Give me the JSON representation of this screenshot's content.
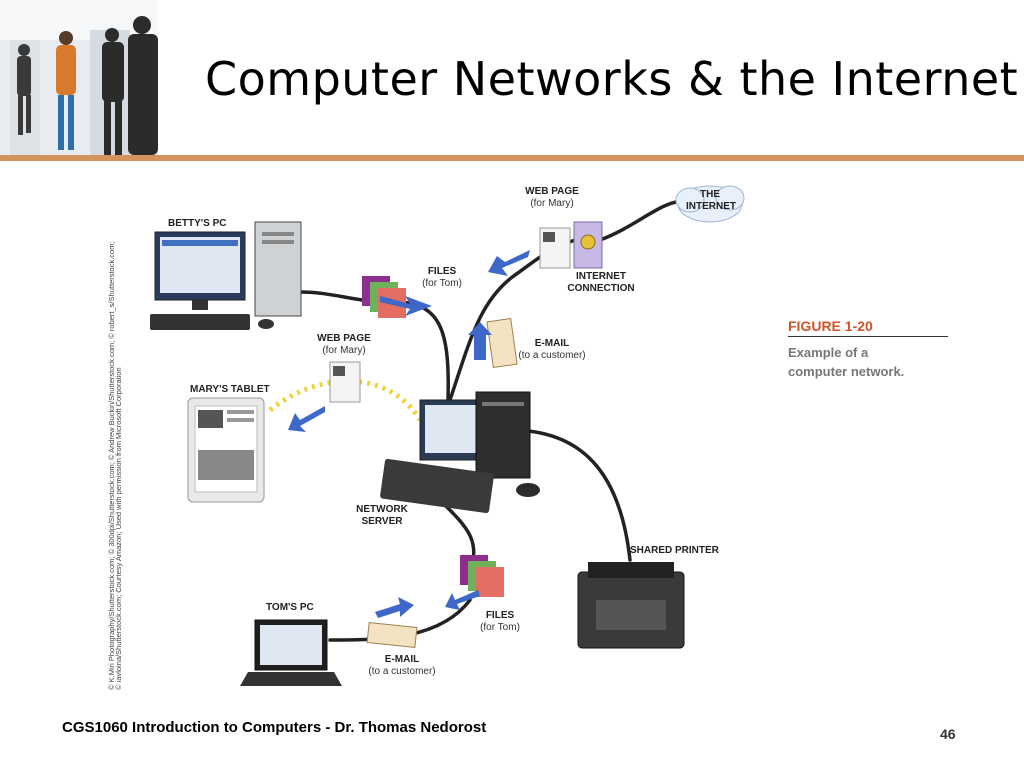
{
  "slide": {
    "title": "Computer Networks & the Internet",
    "footer": "CGS1060 Introduction to Computers - Dr. Thomas Nedorost",
    "page_number": "46"
  },
  "figure": {
    "number": "FIGURE 1-20",
    "caption": "Example of a computer network.",
    "credit_line1": "© K.Miri Photography/Shutterstock.com; © 300dpi/Shutterstock.com; © Andrew Buckin/Shutterstock.com; © robert_s/Shutterstock.com;",
    "credit_line2": "© iavloina/Shutterstock.com; Courtesy Amazon; Used with permission from Microsoft Corporation",
    "labels": {
      "bettys_pc": "BETTY'S PC",
      "marys_tablet": "MARY'S TABLET",
      "toms_pc": "TOM'S PC",
      "network_server": "NETWORK SERVER",
      "shared_printer": "SHARED PRINTER",
      "internet": "THE INTERNET",
      "internet_connection": "INTERNET CONNECTION",
      "web_page_top": "WEB PAGE",
      "web_page_top_sub": "(for Mary)",
      "web_page_mid": "WEB PAGE",
      "web_page_mid_sub": "(for Mary)",
      "files_top": "FILES",
      "files_top_sub": "(for Tom)",
      "files_bottom": "FILES",
      "files_bottom_sub": "(for Tom)",
      "email_top": "E-MAIL",
      "email_top_sub": "(to a customer)",
      "email_bottom": "E-MAIL",
      "email_bottom_sub": "(to a customer)"
    }
  },
  "colors": {
    "accent_rule": "#d4935a",
    "figure_number": "#d0532a",
    "arrow_blue": "#3d67c9",
    "cable": "#222222"
  }
}
